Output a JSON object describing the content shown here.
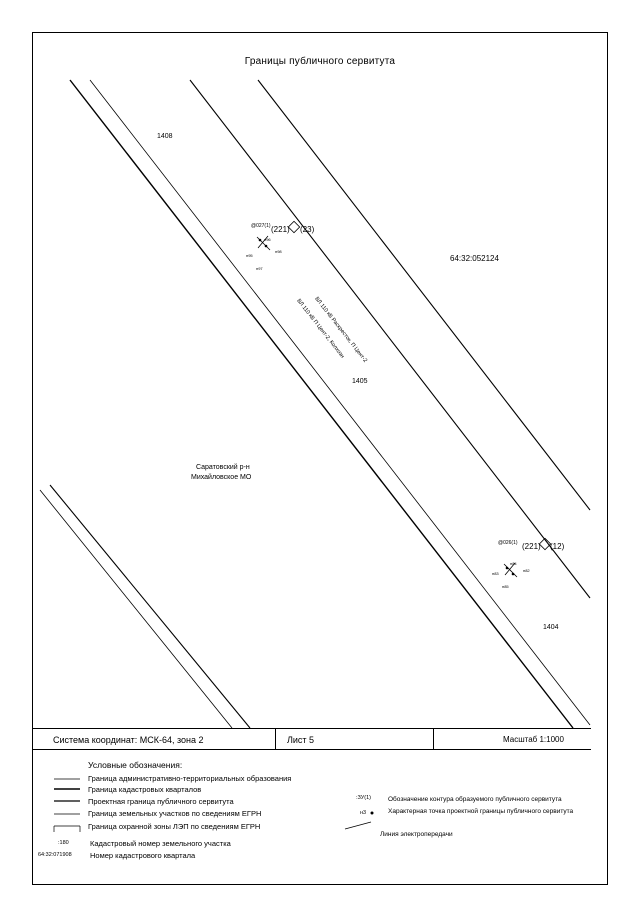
{
  "title": "Границы публичного сервитута",
  "map_labels": {
    "point_1408": "1408",
    "point_1405": "1405",
    "point_1404": "1404",
    "quarter": "64:32:052124",
    "district_line1": "Саратовский р-н",
    "district_line2": "Михайловское МО",
    "line_upper": "ВЛ 110 кВ Раскресток, П Цент-2",
    "line_lower": "ВЛ 110 кВ П Цент-2, Колхозн",
    "contour_top_id": "(221)",
    "contour_top_num": "(23)",
    "contour_top_small": "@027(1)",
    "contour_bottom_id": "(221)",
    "contour_bottom_num": "(12)",
    "contour_bottom_small": "@026(1)",
    "tp_a": "н96",
    "tp_b": "н95",
    "tp_c": "н97",
    "tp_d": "н98",
    "tp_e": "н84",
    "tp_f": "н83",
    "tp_g": "н85",
    "tp_h": "н82"
  },
  "info": {
    "coords": "Система координат: МСК-64, зона 2",
    "sheet": "Лист 5",
    "scale": "Масштаб 1:1000"
  },
  "legend": {
    "title": "Условные обозначения:",
    "items": [
      "Граница административно-территориальных образования",
      "Граница кадастровых кварталов",
      "Проектная граница публичного сервитута",
      "Граница земельных участков по сведениям ЕГРН",
      "Граница охранной зоны ЛЭП по сведениям ЕГРН",
      "Кадастровый номер земельного участка",
      "Номер кадастрового квартала"
    ],
    "sample_cadnum": ":180",
    "sample_quarter": "64:32:071908",
    "right_items": [
      "Обозначение контура образуемого публичного сервитута",
      "Характерная точка проектной границы публичного сервитута",
      "Линия электропередачи"
    ],
    "right_sample_contour": ":ЗУ(1)",
    "right_sample_point": "н3"
  }
}
